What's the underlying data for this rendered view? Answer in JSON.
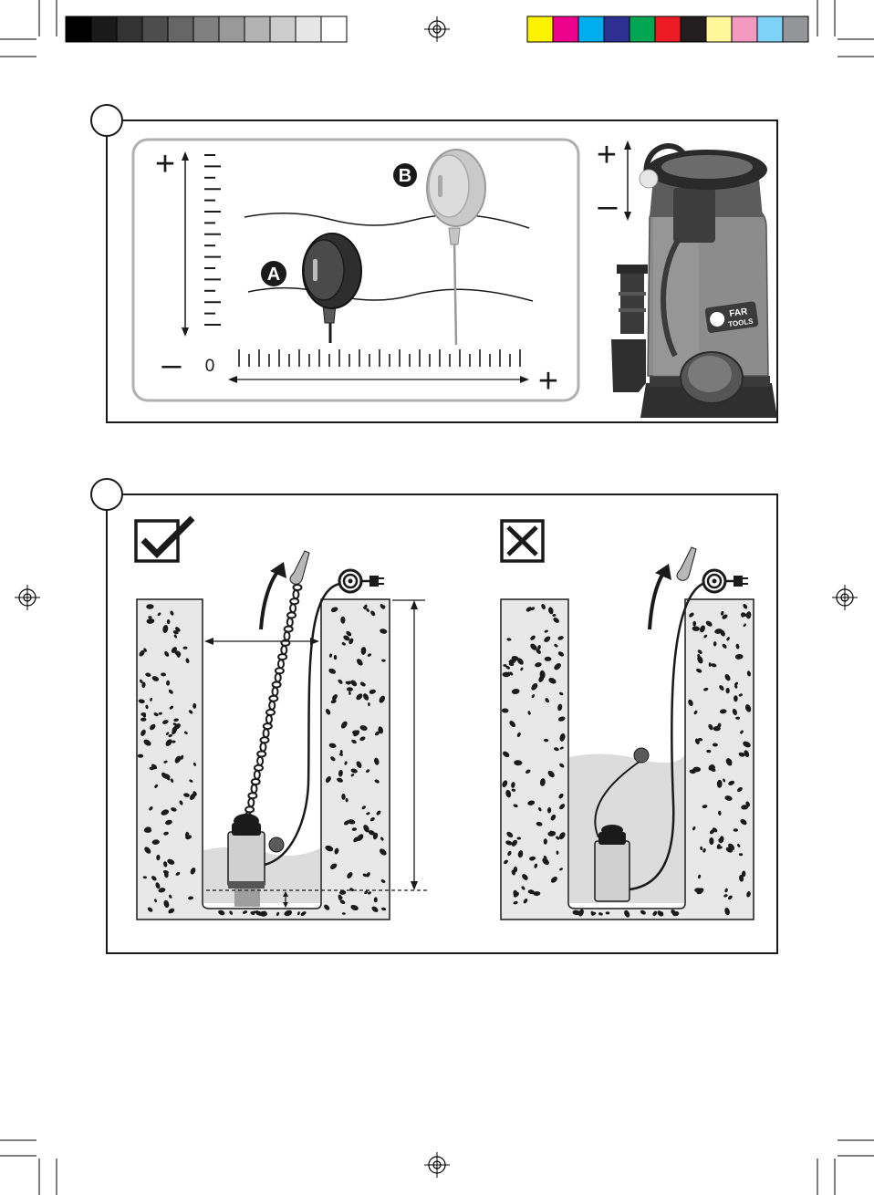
{
  "print_marks": {
    "grayscale_bar": [
      "#000000",
      "#1a1a1a",
      "#333333",
      "#4d4d4d",
      "#666666",
      "#808080",
      "#999999",
      "#b3b3b3",
      "#cccccc",
      "#e6e6e6",
      "#ffffff"
    ],
    "color_bar": [
      "#fff200",
      "#ec008c",
      "#00aeef",
      "#2e3192",
      "#00a651",
      "#ed1c24",
      "#231f20",
      "#fff799",
      "#f49ac1",
      "#7fd3f7",
      "#939598"
    ]
  },
  "figure1": {
    "float_labels": {
      "a": "A",
      "b": "B"
    },
    "vertical_scale": {
      "plus": "+",
      "minus": "–"
    },
    "horizontal_scale": {
      "zero": "0",
      "plus": "+"
    },
    "pump_adjust": {
      "plus": "+",
      "minus": "–"
    },
    "pump_brand": {
      "line1": "FAR",
      "line2": "TOOLS"
    }
  },
  "figure2": {
    "correct_icon": "checkmark-icon",
    "incorrect_icon": "cross-icon"
  },
  "colors": {
    "ink": "#1a1a1a",
    "pump_body": "#8a8a8a",
    "water": "#e3e3e3"
  }
}
